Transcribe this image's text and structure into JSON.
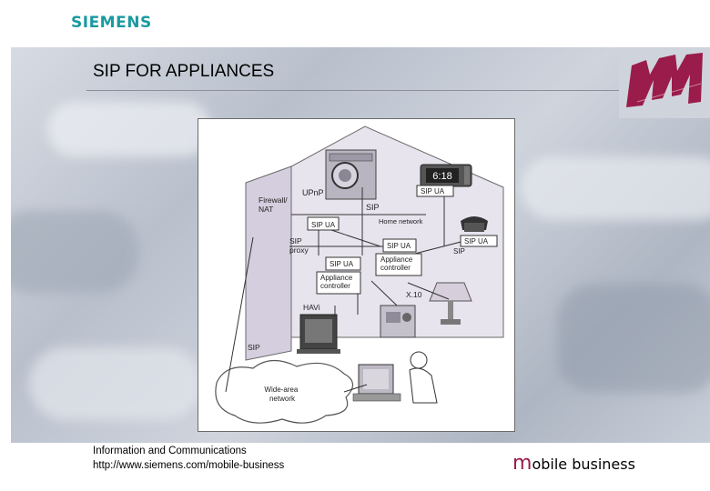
{
  "brand": {
    "logo": "SIEMENS"
  },
  "slide": {
    "title": "SIP FOR APPLIANCES"
  },
  "diagram": {
    "labels": {
      "firewall": "Firewall/\nNAT",
      "upnp": "UPnP",
      "sip_top": "SIP",
      "sip_ua_proxy": "SIP UA",
      "home_network": "Home network",
      "sip_proxy": "SIP\nproxy",
      "sip_ua_clock": "SIP UA",
      "sip_ua_phone": "SIP UA",
      "sip_phone": "SIP",
      "sip_ua_ctrl": "SIP UA",
      "appliance_ctrl_1": "Appliance\ncontroller",
      "sip_ua_ctrl2": "SIP UA",
      "appliance_ctrl_2": "Appliance\ncontroller",
      "x10": "X.10",
      "havi": "HAVi",
      "sip_bottom": "SIP",
      "widearea": "Wide-area\nnetwork",
      "clock_time": "6:18"
    }
  },
  "footer": {
    "line1": "Information and Communications",
    "line2": "http://www.siemens.com/mobile-business",
    "mobile_m": "m",
    "mobile_rest": "obile business"
  },
  "colors": {
    "siemens": "#1a9aa0",
    "mobile": "#9a1c4a",
    "house_fill": "#e6e2ec",
    "wall_fill": "#d7d1e0"
  }
}
